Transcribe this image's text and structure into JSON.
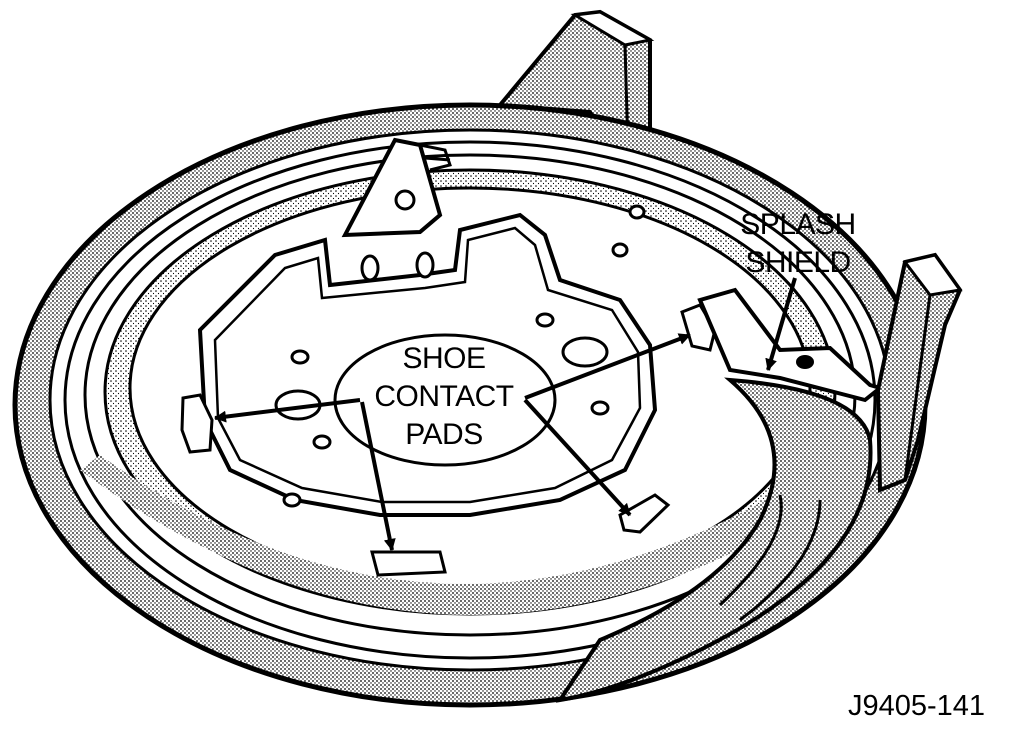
{
  "diagram": {
    "subject": "brake-support-plate",
    "labels": {
      "shoe_contact_pads": [
        "SHOE",
        "CONTACT",
        "PADS"
      ],
      "splash_shield": [
        "SPLASH",
        "SHIELD"
      ]
    },
    "figure_id": "J9405-141"
  },
  "colors": {
    "ink": "#000000",
    "paper": "#ffffff",
    "stipple": "#9a9a9a"
  }
}
